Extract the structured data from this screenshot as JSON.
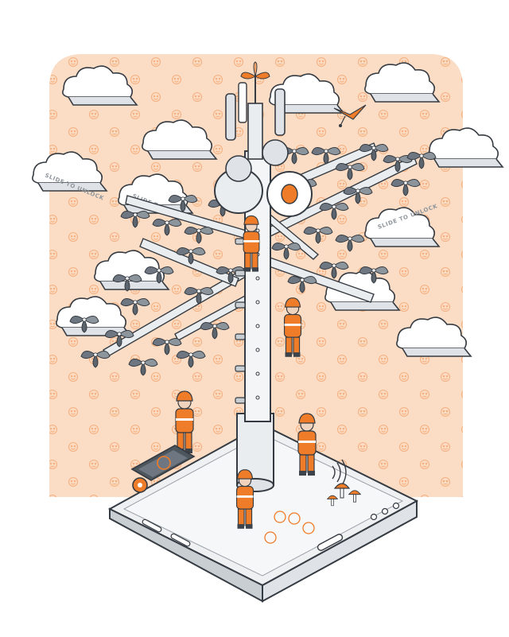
{
  "illustration": {
    "scene": "isometric smartphone base with telecom tower disguised as a tree",
    "cloud_texts": [
      "SLIDE TO UNLOCK",
      "SLIDE TO U",
      "SLIDE TO UNLOCK"
    ],
    "colors": {
      "background_wall": "#fbdcc4",
      "accent_orange": "#ef7c28",
      "outline_dark": "#353b42",
      "metal_light": "#eaedef",
      "metal_mid": "#c9ced3",
      "leaf_grey": "#6e7781",
      "cloud_white": "#ffffff",
      "phone_body": "#eef0f2"
    },
    "icons": [
      "cloud-icon",
      "smiley-icon",
      "leaf-icon",
      "worker-figure",
      "bird-drone-icon",
      "wifi-signal-icon",
      "mushroom-icon"
    ]
  }
}
